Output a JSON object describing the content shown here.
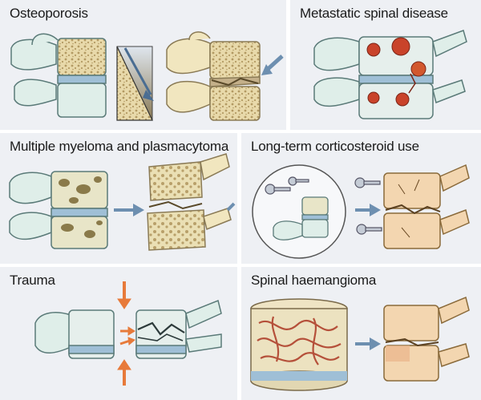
{
  "panels": [
    {
      "title": "Osteoporosis"
    },
    {
      "title": "Metastatic spinal disease"
    },
    {
      "title": "Multiple myeloma and plasmacytoma"
    },
    {
      "title": "Long-term corticosteroid use"
    },
    {
      "title": "Trauma"
    },
    {
      "title": "Spinal haemangioma"
    }
  ],
  "colors": {
    "panel_bg": "#eef0f4",
    "bone_healthy": "#dfeee9",
    "bone_outline": "#5a7a78",
    "disc": "#9fbfd6",
    "bone_yellow": "#f1e6bf",
    "bone_orange": "#f3d6b0",
    "arrow_blue": "#6d8fb0",
    "arrow_orange": "#e77a3a",
    "lesion_red": "#c9432a",
    "vessel_red": "#b5503a"
  }
}
